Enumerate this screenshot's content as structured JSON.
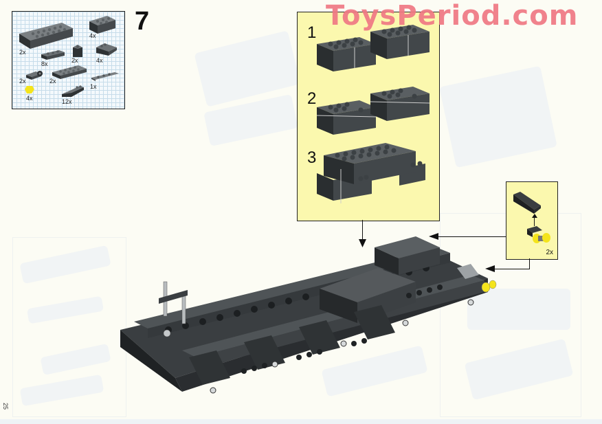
{
  "page": {
    "step_number": "7",
    "page_number": "25",
    "watermark": "ToysPeriod.com",
    "colors": {
      "paper": "#fcfcf4",
      "sub_assembly_bg": "#fbf8ae",
      "brick_dark_gray": "#4a4f52",
      "brick_light_gray": "#a3a8aa",
      "yellow_part": "#f4e41c",
      "watermark": "#f07884",
      "grid_line": "#c6dcea"
    }
  },
  "parts_list": {
    "items": [
      {
        "name": "brick-2x8",
        "qty": "2x"
      },
      {
        "name": "brick-2x4",
        "qty": "4x"
      },
      {
        "name": "plate-1x4",
        "qty": "8x"
      },
      {
        "name": "brick-1x1",
        "qty": "2x"
      },
      {
        "name": "slope-brick-2x3",
        "qty": "4x"
      },
      {
        "name": "plate-with-clip",
        "qty": "2x"
      },
      {
        "name": "plate-2x6",
        "qty": "2x"
      },
      {
        "name": "technic-plate-1x4-round-ends",
        "qty": "1x"
      },
      {
        "name": "yellow-round-plate",
        "qty": "4x"
      },
      {
        "name": "slope-1x3",
        "qty": "12x"
      }
    ]
  },
  "sub_assembly": {
    "steps": [
      {
        "number": "1"
      },
      {
        "number": "2"
      },
      {
        "number": "3"
      }
    ]
  },
  "inset": {
    "qty": "2x",
    "parts": [
      "slope-wedge-dark-gray",
      "wheel-holder-with-yellow-wheels"
    ]
  }
}
